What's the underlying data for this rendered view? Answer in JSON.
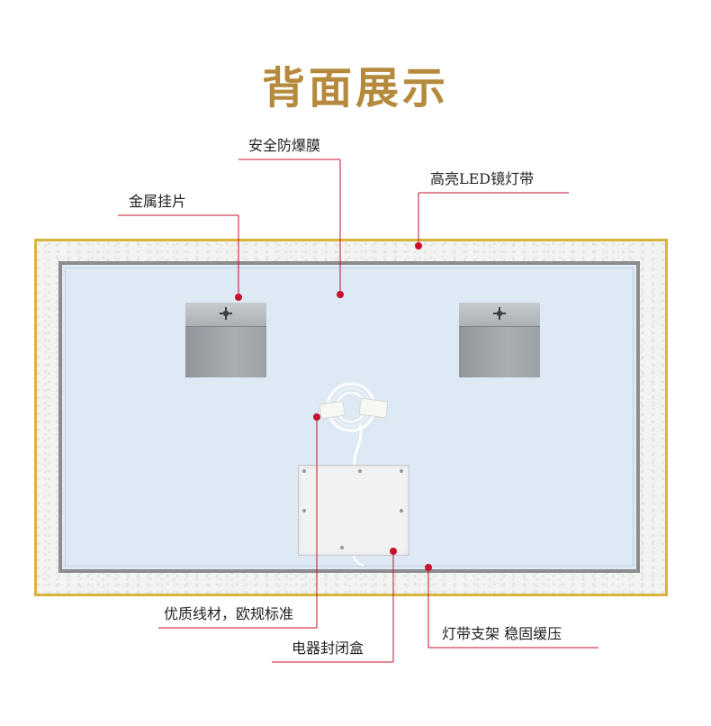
{
  "title": "背面展示",
  "labels": {
    "film": "安全防爆膜",
    "led_strip": "高亮LED镜灯带",
    "bracket": "金属挂片",
    "wire": "优质线材，欧规标准",
    "box": "电器封闭盒",
    "holder": "灯带支架  稳固缓压"
  },
  "colors": {
    "title": "#b58a3c",
    "frame": "#d9b43c",
    "callout": "#c8102e",
    "mirror": "#dde9f4"
  }
}
